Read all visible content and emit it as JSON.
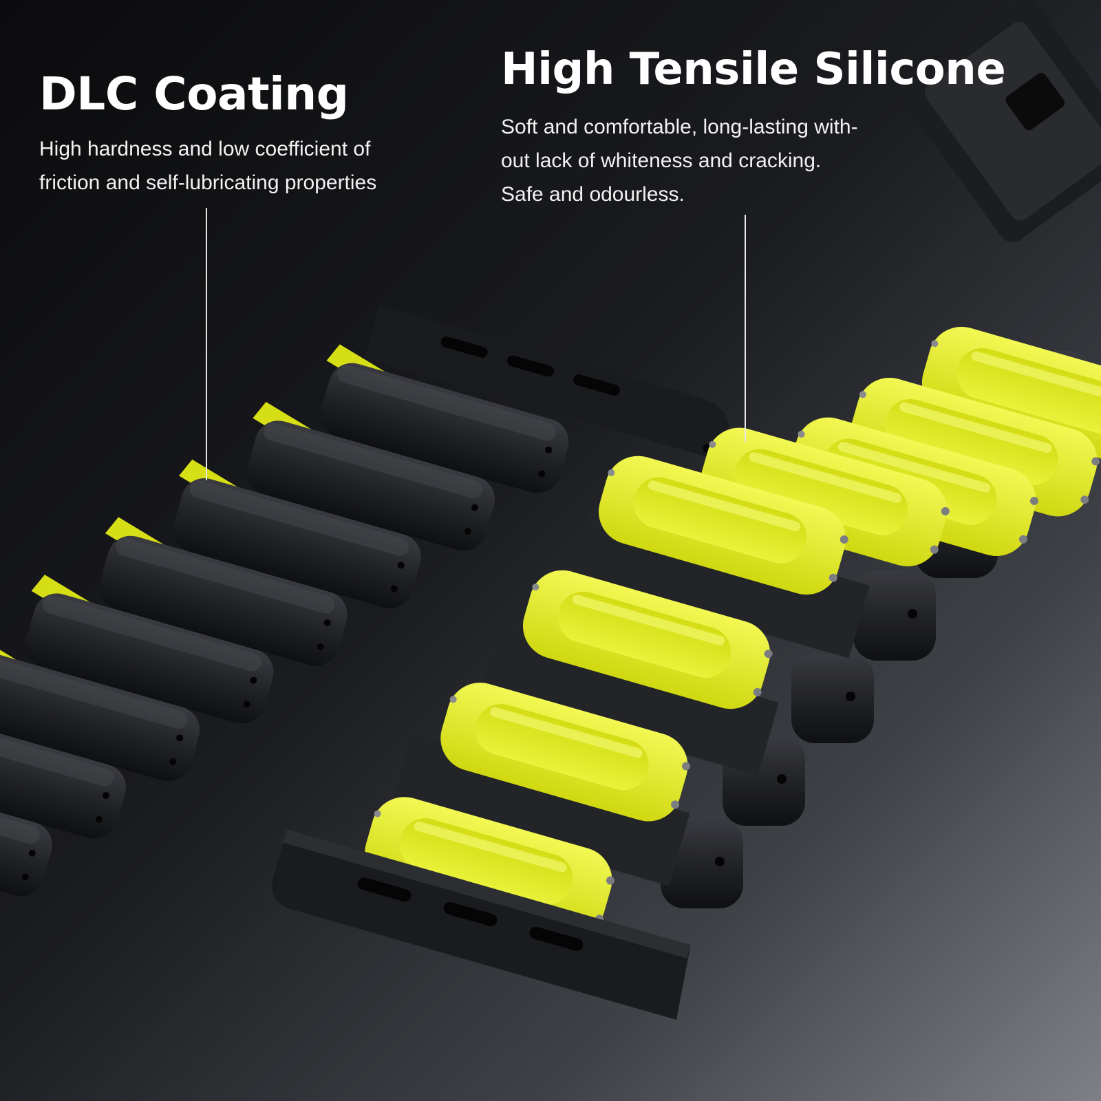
{
  "dlc": {
    "title": "DLC Coating",
    "description": [
      "High hardness and low coefficient of",
      "friction and self-lubricating properties"
    ]
  },
  "silicone": {
    "title": "High Tensile Silicone",
    "description": [
      "Soft and comfortable, long-lasting with-",
      "out lack of whiteness and cracking.",
      "Safe and odourless."
    ]
  },
  "colors": {
    "band_black": "#1d1e21",
    "silicone_yellow": "#e6f028",
    "background_dark": "#0a0a0c",
    "background_light": "#7a7d83"
  }
}
